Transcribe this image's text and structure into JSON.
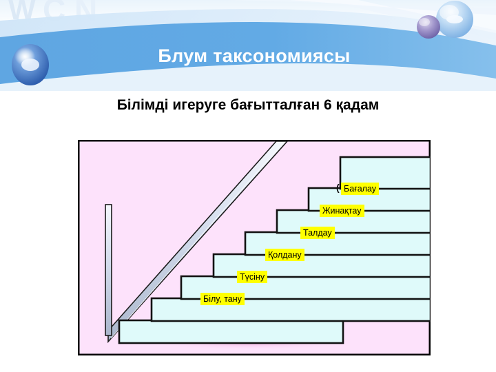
{
  "header": {
    "title": "Блум таксономиясы",
    "watermark": "W",
    "band_color": "#5ba3e0",
    "band_color_light": "#9cc9ee",
    "title_color": "#ffffff",
    "spheres": [
      {
        "name": "sphere-left",
        "color": "#3f7fd0"
      },
      {
        "name": "sphere-right-large",
        "color": "#a8cdee"
      },
      {
        "name": "sphere-right-small",
        "color": "#9b90c8"
      }
    ]
  },
  "subtitle": "Білімді игеруге бағытталған 6 қадам",
  "diagram": {
    "frame_border_color": "#000000",
    "background_color": "#fde2fb",
    "step_fill_color": "#dffafa",
    "step_stroke_color": "#000000",
    "label_highlight_color": "#ffff00",
    "handrail_color": "#ccd6e8",
    "stray_glyph": "(",
    "steps": [
      {
        "order": 1,
        "label": "Білу, тану"
      },
      {
        "order": 2,
        "label": "Түсіну"
      },
      {
        "order": 3,
        "label": "Қолдану"
      },
      {
        "order": 4,
        "label": "Талдау"
      },
      {
        "order": 5,
        "label": "Жинақтау"
      },
      {
        "order": 6,
        "label": "Бағалау"
      }
    ]
  }
}
